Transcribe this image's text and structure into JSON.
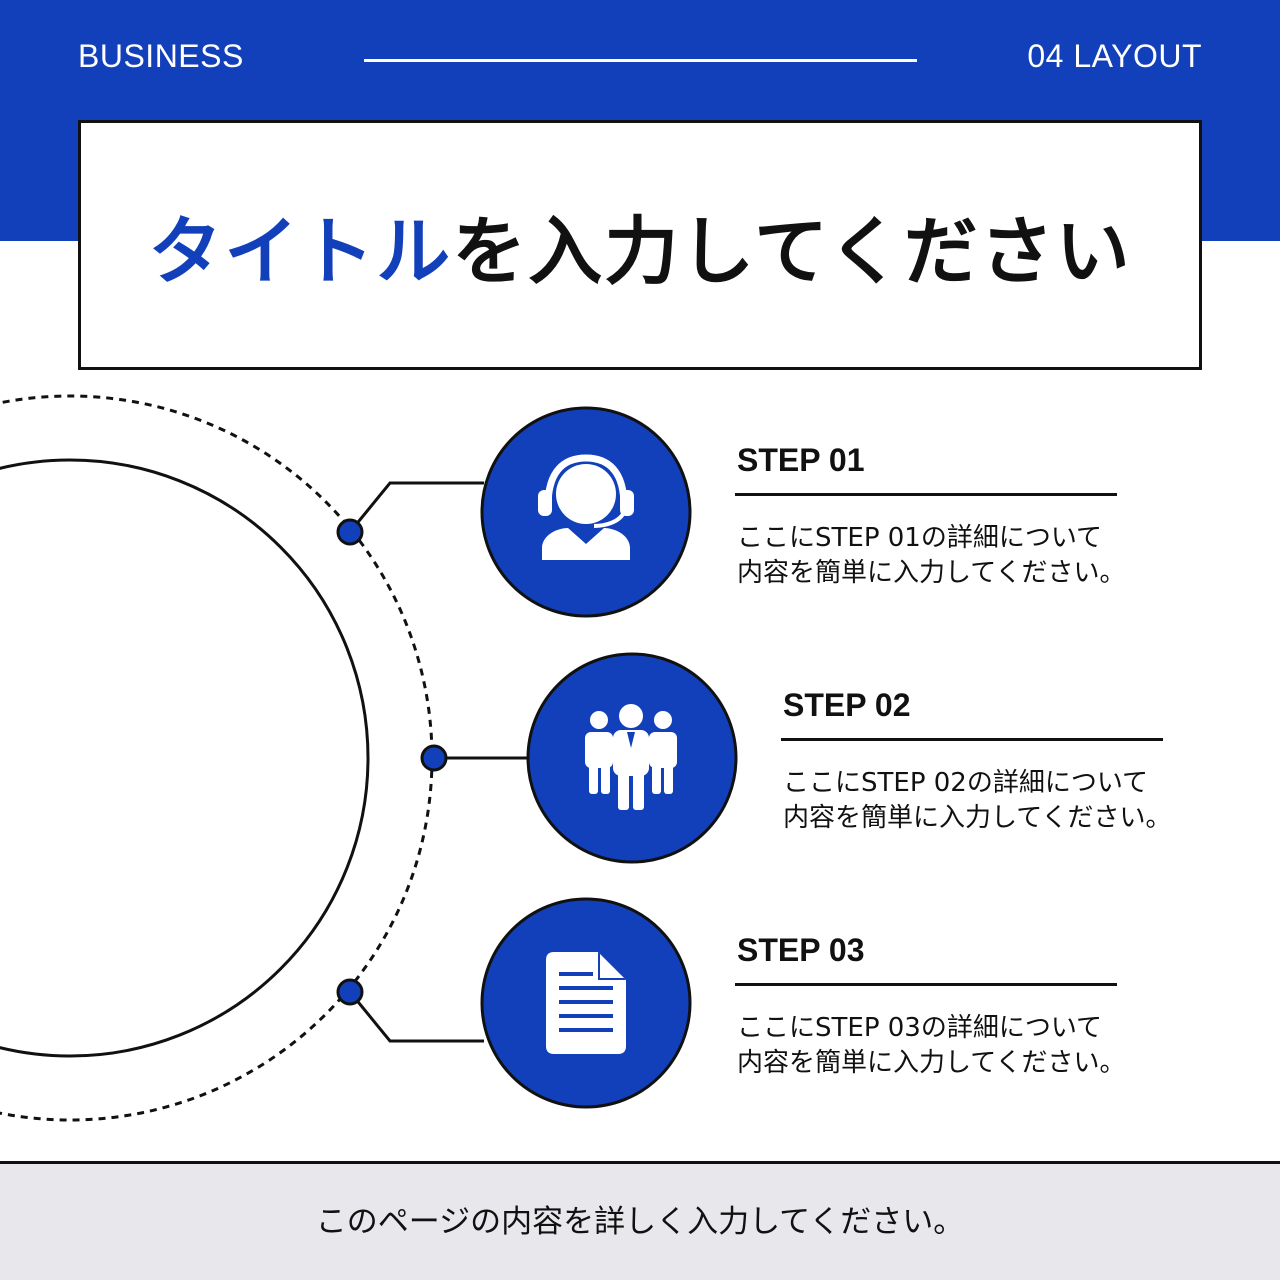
{
  "header": {
    "left_label": "BUSINESS",
    "right_label": "04 LAYOUT"
  },
  "title": {
    "accent_part": "タイトル",
    "rest_part": "を入力してください"
  },
  "steps": [
    {
      "title": "STEP 01",
      "desc": "ここにSTEP 01の詳細について\n内容を簡単に入力してください。",
      "icon": "support-agent-icon"
    },
    {
      "title": "STEP 02",
      "desc": "ここにSTEP 02の詳細について\n内容を簡単に入力してください。",
      "icon": "team-icon"
    },
    {
      "title": "STEP 03",
      "desc": "ここにSTEP 03の詳細について\n内容を簡単に入力してください。",
      "icon": "document-icon"
    }
  ],
  "footer": {
    "text": "このページの内容を詳しく入力してください。"
  },
  "colors": {
    "brand_blue": "#1240BA",
    "footer_bg": "#E8E8EC",
    "ink": "#111111"
  }
}
